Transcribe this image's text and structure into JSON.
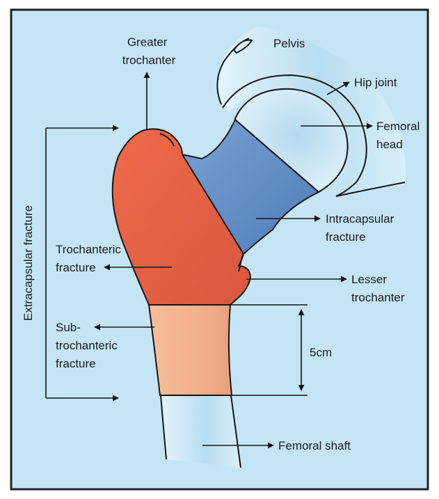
{
  "labels": {
    "greater_trochanter": [
      "Greater",
      "trochanter"
    ],
    "pelvis": "Pelvis",
    "hip_joint": "Hip joint",
    "femoral_head": [
      "Femoral",
      "head"
    ],
    "intracapsular_fracture": [
      "Intracapsular",
      "fracture"
    ],
    "trochanteric_fracture": [
      "Trochanteric",
      "fracture"
    ],
    "lesser_trochanter": [
      "Lesser",
      "trochanter"
    ],
    "subtrochanteric_fracture": [
      "Sub-",
      "trochanteric",
      "fracture"
    ],
    "distance": "5cm",
    "femoral_shaft": "Femoral shaft",
    "extracapsular_fracture": "Extracapsular fracture"
  },
  "colors": {
    "background": "#c5e5f6",
    "frame": "#222222",
    "bone": "#d6eef9",
    "trochanteric_region": "#e8684b",
    "intracapsular_region": "#6b94c9",
    "subtrochanteric_region": "#f2b28f",
    "outline": "#151515"
  }
}
